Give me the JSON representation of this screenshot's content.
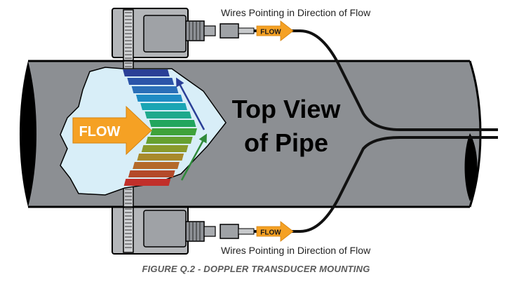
{
  "figure": {
    "caption": "FIGURE Q.2 - DOPPLER TRANSDUCER MOUNTING"
  },
  "labels": {
    "wires_top": "Wires Pointing in Direction of Flow",
    "wires_bottom": "Wires Pointing in Direction of Flow",
    "title_line1": "Top View",
    "title_line2": "of Pipe",
    "flow_main": "FLOW",
    "flow_top_tag": "FLOW",
    "flow_bottom_tag": "FLOW"
  },
  "colors": {
    "pipe": "#8c8f93",
    "pipe_edge": "#000000",
    "bracket": "#b4b6b9",
    "fluid": "#d8eef8",
    "flow_arrow": "#f5a124",
    "cable": "#111111",
    "caption": "#5a5a5a"
  },
  "spectrum": [
    "#2a3f97",
    "#2b55a9",
    "#2a6fb8",
    "#1e8bc4",
    "#1aa5b4",
    "#1ea98c",
    "#22a65e",
    "#3fa23a",
    "#66a030",
    "#8a9a2c",
    "#a88a2b",
    "#b46a2a",
    "#b44a2a",
    "#c12f2a"
  ]
}
